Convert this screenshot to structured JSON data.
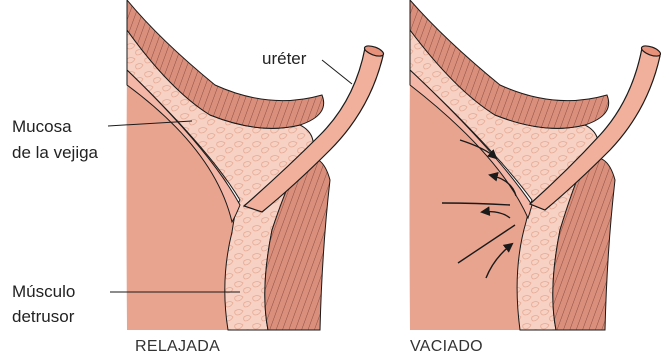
{
  "labels": {
    "ureter": "uréter",
    "mucosa_line1": "Mucosa",
    "mucosa_line2": "de la vejiga",
    "musculo_line1": "Músculo",
    "musculo_line2": "detrusor"
  },
  "captions": {
    "left": "RELAJADA",
    "right": "VACIADO"
  },
  "colors": {
    "bladder_lumen": "#e9a48f",
    "mucosa": "#f4b7a7",
    "muscle": "#f7d2c4",
    "wall_dark": "#c98673",
    "outline": "#1a1a1a"
  }
}
